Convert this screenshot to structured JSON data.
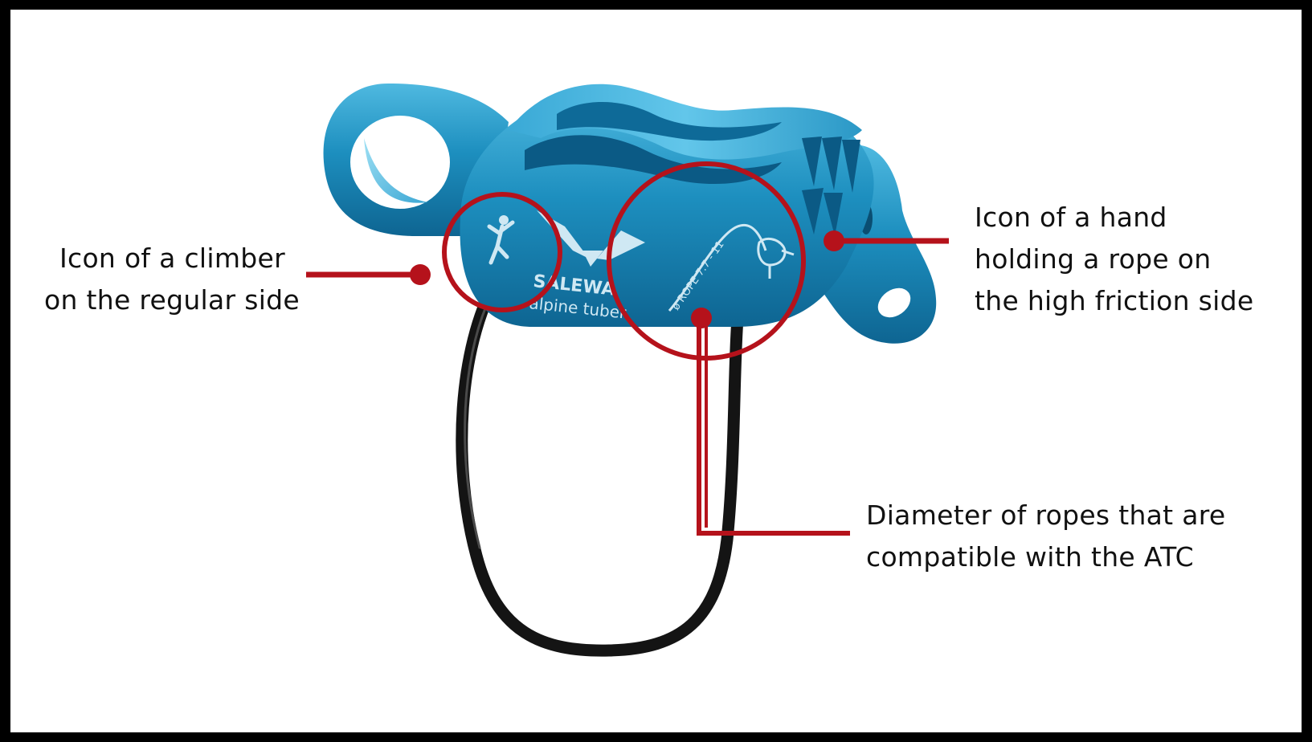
{
  "colors": {
    "accent": "#b5121b",
    "device_blue": "#1d8fbf",
    "device_light": "#5cc3e6",
    "device_dark": "#0d5f88",
    "loop": "#111111",
    "background": "#ffffff"
  },
  "device": {
    "brand_text": "SALEWA",
    "model_text": "alpine tuber",
    "rope_text": "ø ROPE 7.7 - 11"
  },
  "callouts": {
    "climber": {
      "line1": "Icon of a climber",
      "line2": "on the regular side"
    },
    "hand": {
      "line1": "Icon of a hand",
      "line2": "holding a rope on",
      "line3": "the high friction side"
    },
    "diameter": {
      "line1": "Diameter of ropes that are",
      "line2": "compatible with the ATC"
    }
  }
}
